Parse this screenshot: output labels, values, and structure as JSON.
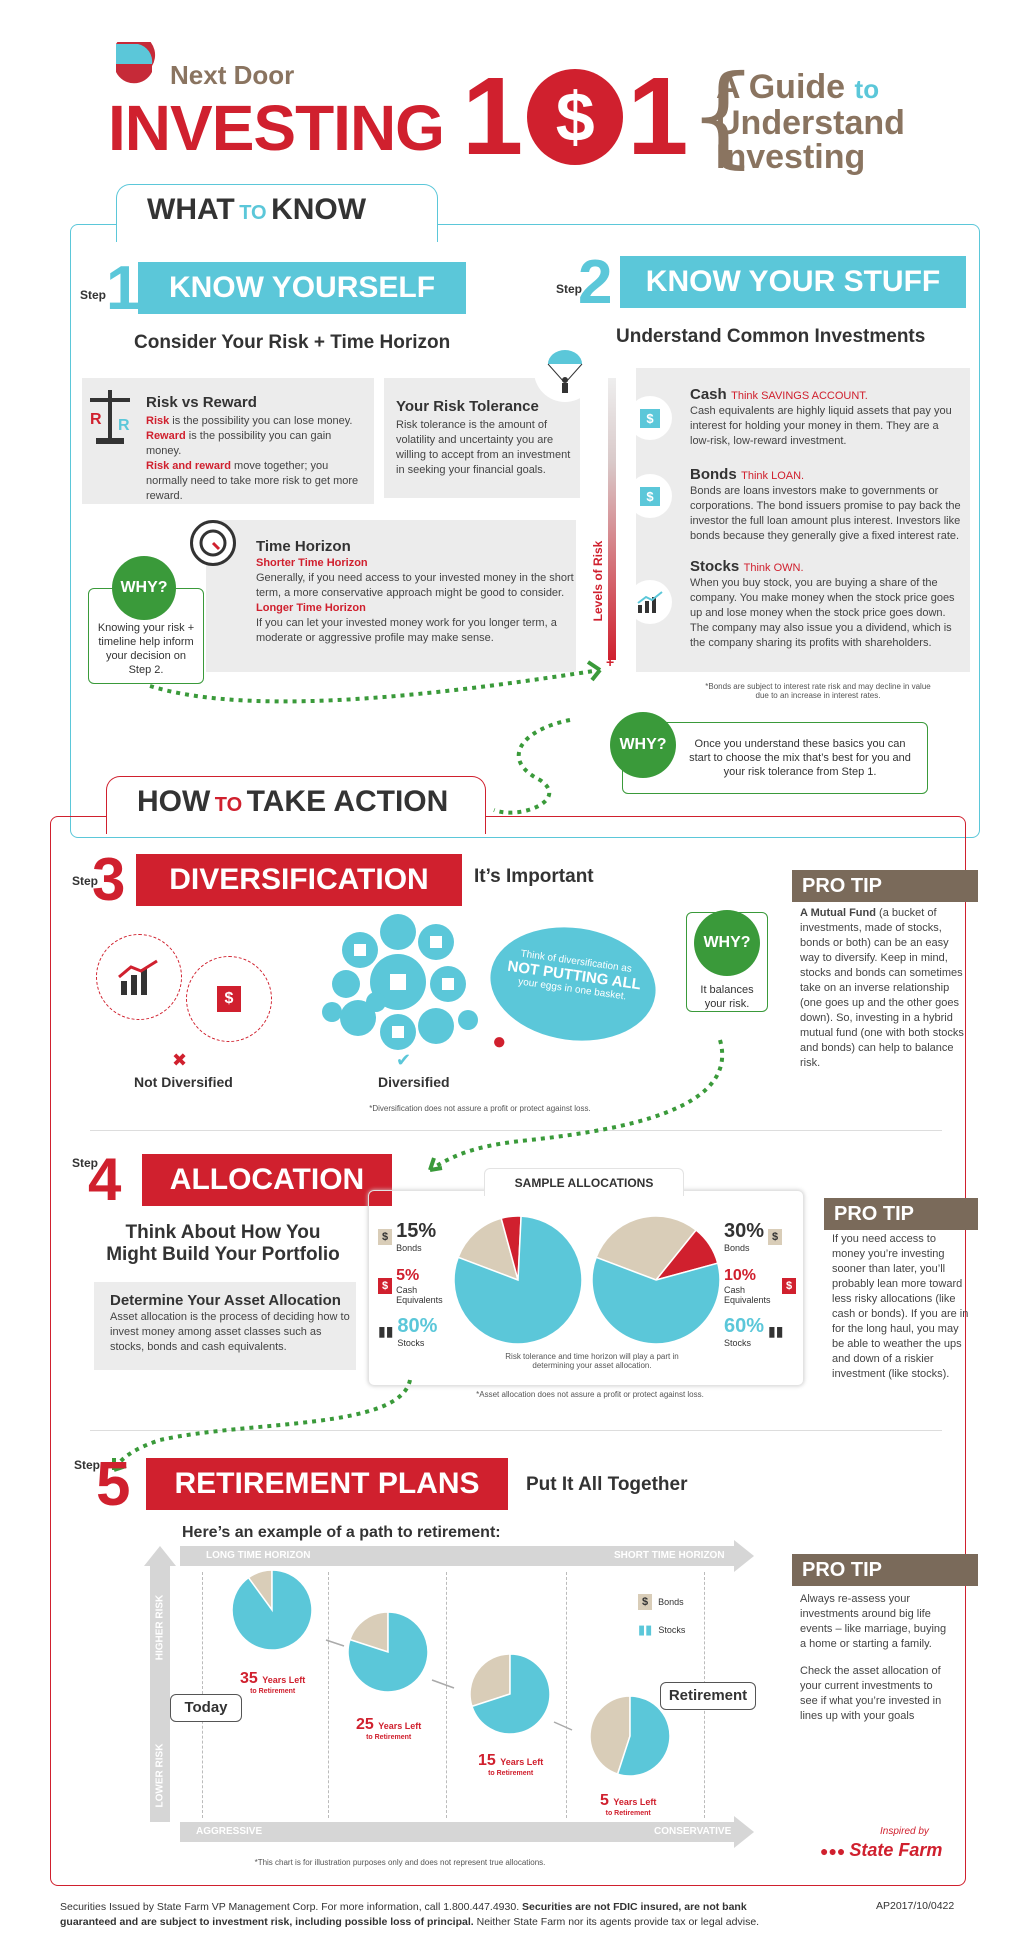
{
  "header": {
    "brand": "Next Door",
    "title_left": "INVESTING",
    "title_num_a": "1",
    "title_dollar": "$",
    "title_num_b": "1",
    "guide_a": "A Guide",
    "guide_to": "to",
    "guide_b": "Understand",
    "guide_c": "Investing"
  },
  "what_to_know": {
    "title_a": "WHAT",
    "title_to": "TO",
    "title_b": "KNOW",
    "step1": {
      "step_word": "Step",
      "num": "1",
      "ribbon": "KNOW YOURSELF",
      "subtitle": "Consider Your Risk + Time Horizon",
      "risk_reward": {
        "title": "Risk vs Reward",
        "risk_label": "Risk",
        "risk_text": " is the possibility you can lose money.",
        "reward_label": "Reward",
        "reward_text": " is the possibility you can gain money.",
        "rr_label": "Risk and reward",
        "rr_text": " move together; you normally need to take more risk to get more reward."
      },
      "tolerance": {
        "title": "Your Risk Tolerance",
        "text": "Risk tolerance is the amount of volatility and uncertainty you are willing to accept from an investment in seeking your financial goals."
      },
      "time_horizon": {
        "title": "Time Horizon",
        "short_label": "Shorter Time Horizon",
        "short_text": "Generally, if you need access to your invested money in the short term, a more conservative approach might be good to consider.",
        "long_label": "Longer Time Horizon",
        "long_text": "If you can let your invested money work for you longer term, a moderate or aggressive profile may make sense."
      },
      "why": {
        "label": "WHY?",
        "text": "Knowing your risk + timeline help inform your decision on Step 2."
      }
    },
    "step2": {
      "step_word": "Step",
      "num": "2",
      "ribbon": "KNOW YOUR STUFF",
      "subtitle": "Understand Common Investments",
      "levels_of_risk": "Levels of Risk",
      "cash": {
        "title": "Cash",
        "think": "Think SAVINGS ACCOUNT.",
        "text": "Cash equivalents are highly liquid assets that pay you interest for holding your money in them. They are a low-risk, low-reward investment."
      },
      "bonds": {
        "title": "Bonds",
        "think": "Think LOAN.",
        "text": "Bonds are loans investors make to governments or corporations. The bond issuers promise to pay back the investor the full loan amount plus interest. Investors like bonds because they generally give a fixed interest rate."
      },
      "stocks": {
        "title": "Stocks",
        "think": "Think OWN.",
        "text": "When you buy stock, you are buying a share of the company. You make money when the stock price goes up and lose money when the stock price goes down. The company may also issue you a dividend, which is the company sharing its profits with shareholders."
      },
      "note": "*Bonds are subject to interest rate risk and may decline in value due to an increase in interest rates.",
      "why": {
        "label": "WHY?",
        "text": "Once you understand these basics you can start to choose the mix that’s best for you and your risk tolerance from Step 1."
      }
    }
  },
  "how_to_take_action": {
    "title_a": "HOW",
    "title_to": "TO",
    "title_b": "TAKE ACTION",
    "step3": {
      "step_word": "Step",
      "num": "3",
      "ribbon": "DIVERSIFICATION",
      "subtitle": "It’s Important",
      "not_diversified": "Not Diversified",
      "diversified": "Diversified",
      "bubble_a": "Think of diversification as",
      "bubble_b": "NOT PUTTING ALL",
      "bubble_c": "your eggs in one basket.",
      "note": "*Diversification does not assure a profit or protect against loss.",
      "why": {
        "label": "WHY?",
        "text": "It balances your risk."
      },
      "protip": {
        "head": "PRO TIP",
        "lead": "A Mutual Fund",
        "text": " (a bucket of investments, made of stocks, bonds or both) can be an easy way to diversify. Keep in mind, stocks and bonds can sometimes take on an inverse relationship (one goes up and the other goes down). So, investing in a hybrid mutual fund (one with both stocks and bonds) can help to balance risk."
      }
    },
    "step4": {
      "step_word": "Step",
      "num": "4",
      "ribbon": "ALLOCATION",
      "think_a": "Think About How You",
      "think_b": "Might Build Your Portfolio",
      "determine_title": "Determine Your Asset Allocation",
      "determine_text": "Asset allocation is the process of deciding how to invest money among asset classes such as stocks, bonds and cash equivalents.",
      "sample_title": "SAMPLE ALLOCATIONS",
      "left": [
        {
          "pct": "15%",
          "label": "Bonds"
        },
        {
          "pct": "5%",
          "label": "Cash Equivalents"
        },
        {
          "pct": "80%",
          "label": "Stocks"
        }
      ],
      "right": [
        {
          "pct": "30%",
          "label": "Bonds"
        },
        {
          "pct": "10%",
          "label": "Cash Equivalents"
        },
        {
          "pct": "60%",
          "label": "Stocks"
        }
      ],
      "caption": "Risk tolerance and time horizon will play a part in determining your asset allocation.",
      "note": "*Asset allocation does not assure a profit or protect against loss.",
      "protip": {
        "head": "PRO TIP",
        "text": "If you need access to money you’re investing sooner than later, you’ll probably lean more toward less risky allocations (like cash or bonds). If you are in for the long haul, you may be able to weather the ups and down of a riskier investment (like stocks)."
      }
    },
    "step5": {
      "step_word": "Step",
      "num": "5",
      "ribbon": "RETIREMENT PLANS",
      "subtitle": "Put It All Together",
      "example": "Here’s an example of a path to retirement:",
      "long_horizon": "LONG TIME HORIZON",
      "short_horizon": "SHORT TIME HORIZON",
      "higher_risk": "HIGHER RISK",
      "lower_risk": "LOWER RISK",
      "aggressive": "AGGRESSIVE",
      "conservative": "CONSERVATIVE",
      "today": "Today",
      "retirement": "Retirement",
      "legend_bonds": "Bonds",
      "legend_stocks": "Stocks",
      "stages": [
        {
          "num": "35",
          "a": "Years Left",
          "b": "to Retirement",
          "bonds": 0.1
        },
        {
          "num": "25",
          "a": "Years Left",
          "b": "to Retirement",
          "bonds": 0.2
        },
        {
          "num": "15",
          "a": "Years Left",
          "b": "to Retirement",
          "bonds": 0.3
        },
        {
          "num": "5",
          "a": "Years Left",
          "b": "to Retirement",
          "bonds": 0.45
        }
      ],
      "note": "*This chart is for illustration purposes only and does not represent true allocations.",
      "protip": {
        "head": "PRO TIP",
        "text1": "Always re-assess your investments around big life events – like marriage, buying a home or starting a family.",
        "text2": "Check the asset allocation of your current investments to see if what you’re invested in lines up with your goals"
      }
    },
    "inspired_by": "Inspired by",
    "statefarm": "State Farm"
  },
  "footer": {
    "line1_a": "Securities Issued by State Farm VP Management Corp. For more information, call 1.800.447.4930. ",
    "line1_b": "Securities are not FDIC insured, are not bank",
    "line2_a": "guaranteed and are subject to investment risk, including possible loss of principal.",
    "line2_b": " Neither State Farm nor its agents provide tax or legal advise.",
    "code": "AP2017/10/0422"
  },
  "colors": {
    "teal": "#5bc7d9",
    "red": "#d0202e",
    "green": "#3a9a3a",
    "tan": "#d9cdb8",
    "brown": "#7a6a5a"
  }
}
